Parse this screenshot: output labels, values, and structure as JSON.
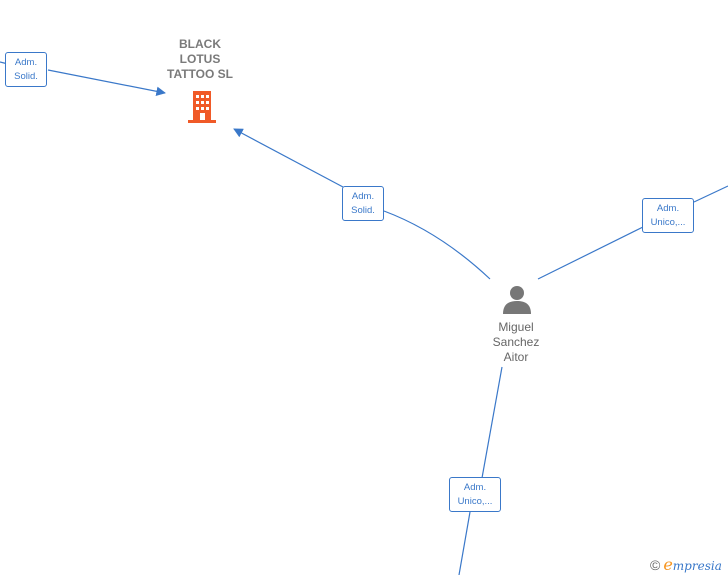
{
  "company": {
    "name_lines": [
      "BLACK",
      "LOTUS",
      "TATTOO  SL"
    ],
    "icon": "building-icon",
    "color": "#f05a28"
  },
  "person": {
    "name_lines": [
      "Miguel",
      "Sanchez",
      "Aitor"
    ],
    "icon": "person-icon",
    "color": "#777777"
  },
  "edges": [
    {
      "id": "edge-left-to-company",
      "label_lines": [
        "Adm.",
        "Solid."
      ]
    },
    {
      "id": "edge-person-to-company",
      "label_lines": [
        "Adm.",
        "Solid."
      ]
    },
    {
      "id": "edge-person-to-right",
      "label_lines": [
        "Adm.",
        "Unico,..."
      ]
    },
    {
      "id": "edge-person-to-bottom",
      "label_lines": [
        "Adm.",
        "Unico,..."
      ]
    }
  ],
  "edge_color": "#3a78c9",
  "watermark": {
    "symbol": "©",
    "brand_initial": "e",
    "brand_rest": "mpresia"
  }
}
